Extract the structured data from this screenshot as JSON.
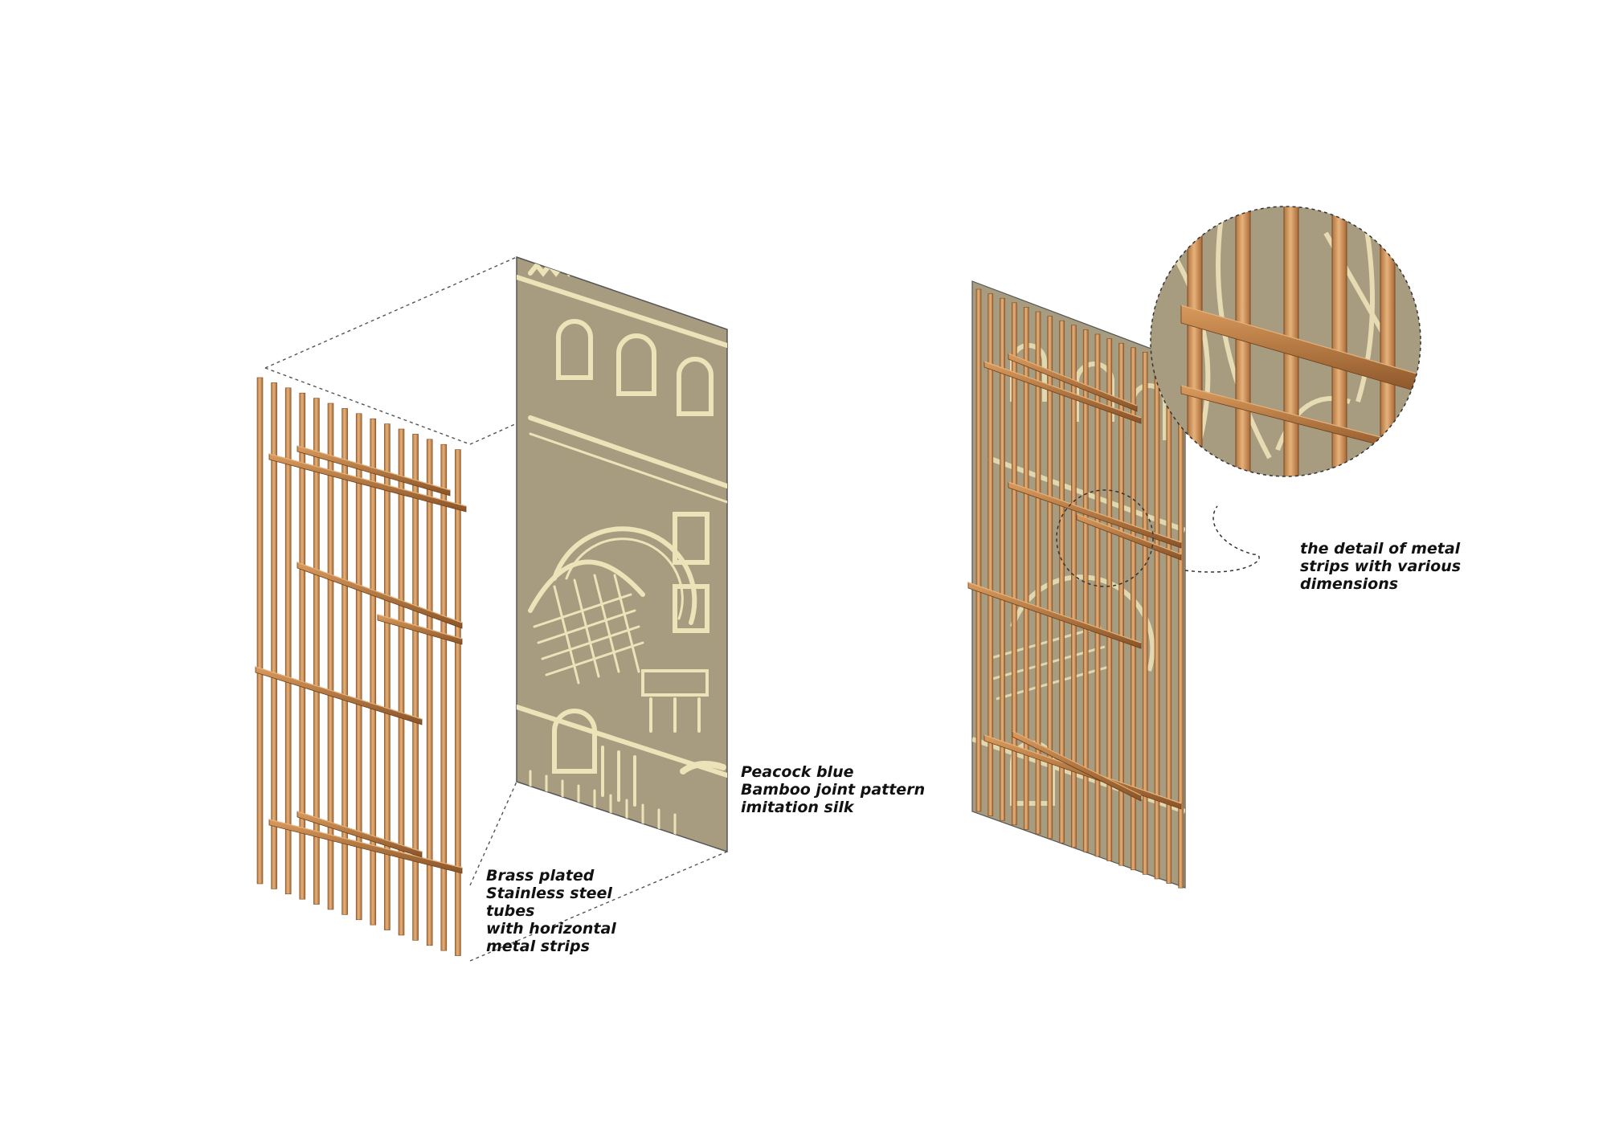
{
  "labels": {
    "silk": [
      "Peacock blue",
      "Bamboo joint pattern",
      "imitation silk"
    ],
    "tubes": [
      "Brass plated",
      "Stainless steel",
      "tubes",
      "with horizontal",
      "metal strips"
    ],
    "detail": [
      "the detail of metal",
      "strips with various",
      "dimensions"
    ]
  },
  "colors": {
    "tube_light": "#e0a870",
    "tube_dark": "#b07440",
    "strip": "#c8884c",
    "strip_edge": "#7a4a22",
    "panel_bg": "#a89c80",
    "panel_pattern": "#ede3b9",
    "guide_line": "#555555",
    "outline": "#444444"
  },
  "icons": {
    "panel_image": "building-facade-illustration",
    "magnifier": "detail-callout-circle"
  }
}
